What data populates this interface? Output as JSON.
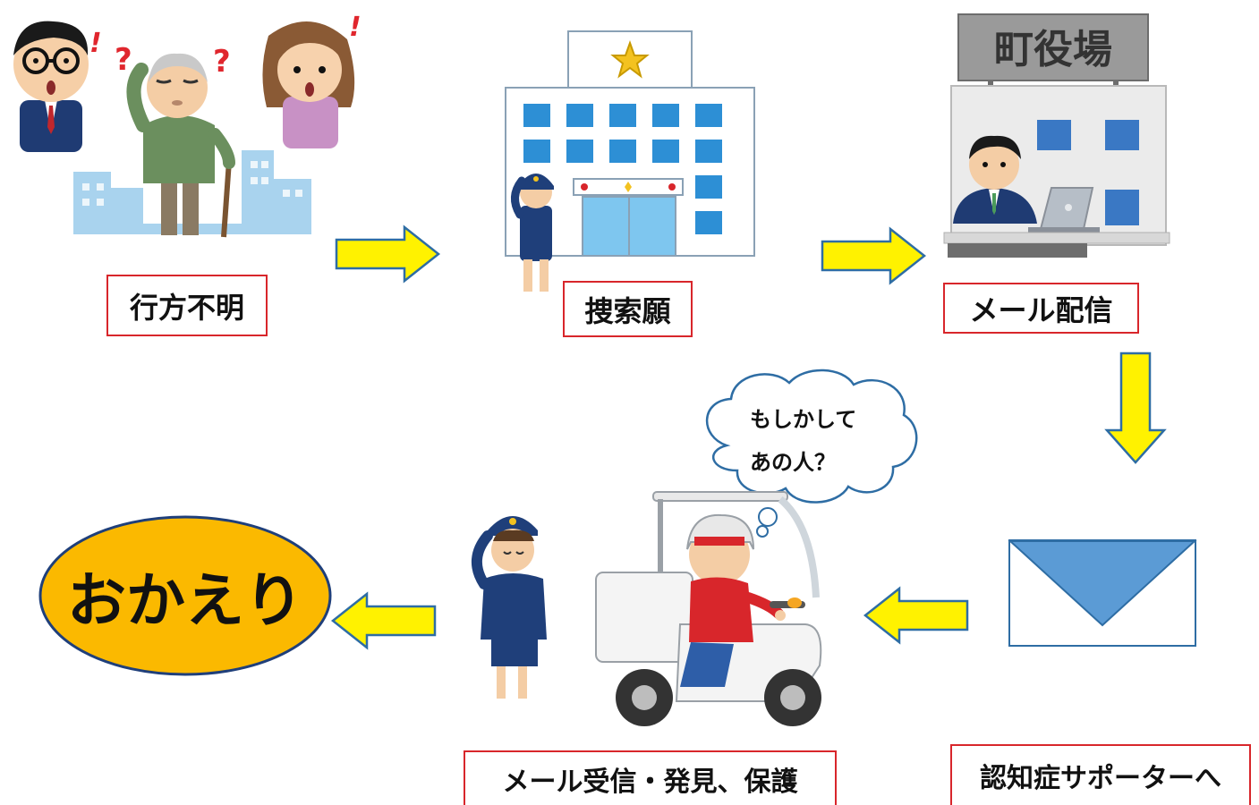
{
  "steps": {
    "missing": "行方不明",
    "search_request": "捜索願",
    "mail_delivery": "メール配信",
    "to_supporters": "認知症サポーターへ",
    "received_found": "メール受信・発見、保護",
    "welcome_home": "おかえり"
  },
  "town_hall_sign": "町役場",
  "thought_bubble": {
    "line1": "もしかして",
    "line2": "あの人？"
  },
  "question_marks": [
    "?",
    "?"
  ],
  "exclamations": [
    "!",
    "!"
  ],
  "colors": {
    "arrow_fill": "#fff200",
    "arrow_stroke": "#2e6da4",
    "label_border": "#d8262b",
    "okaeri_fill": "#fbb900",
    "okaeri_stroke": "#1f3f7a",
    "envelope_fill": "#5b9bd5",
    "envelope_border": "#2e6da4"
  }
}
